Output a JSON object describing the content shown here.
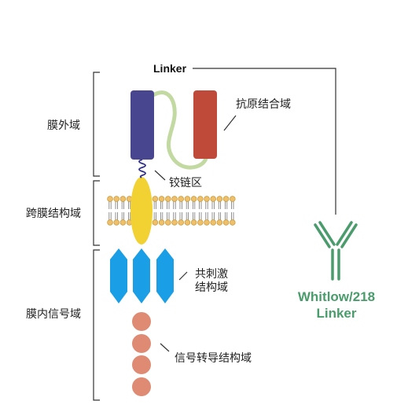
{
  "colors": {
    "heavy_chain": "#48468f",
    "light_chain": "#bf4a3a",
    "linker": "#c3d9a2",
    "hinge": "#2f2f8a",
    "transmembrane": "#f1d232",
    "lipid_head": "#eec06c",
    "lipid_edge": "#c99630",
    "costim": "#1a9ee5",
    "signal": "#df8a72",
    "antibody": "#4a9c6c",
    "line": "#333333"
  },
  "labels": {
    "linker": "Linker",
    "antigen_binding": "抗原结合域",
    "hinge": "铰链区",
    "costim_line1": "共刺激",
    "costim_line2": "结构域",
    "signaling": "信号转导结构域",
    "extracellular": "膜外域",
    "transmembrane": "跨膜结构域",
    "intracellular": "膜内信号域",
    "whitlow_line1": "Whitlow/218",
    "whitlow_line2": "Linker"
  }
}
